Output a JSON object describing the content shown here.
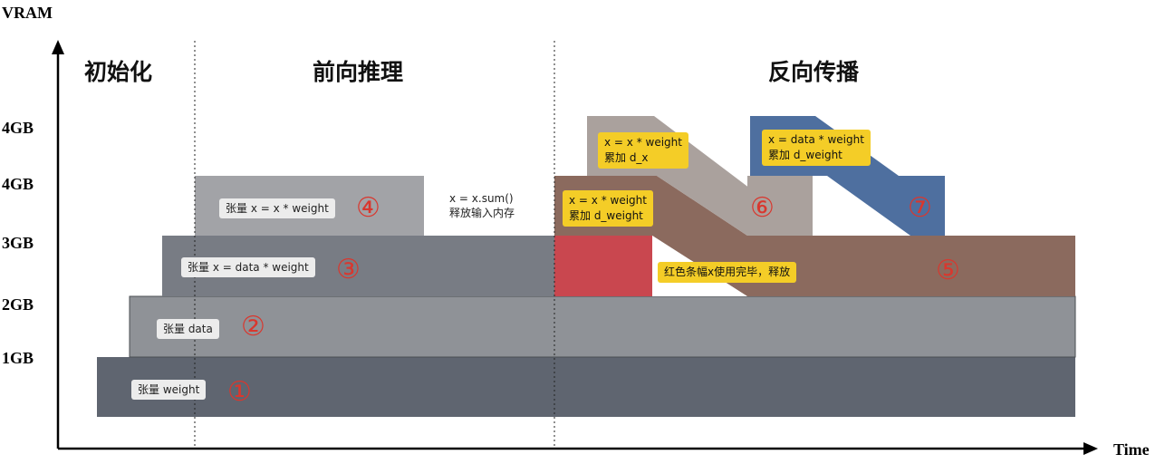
{
  "axis": {
    "y_title": "VRAM",
    "x_title": "Time",
    "y_ticks": [
      "4GB",
      "4GB",
      "3GB",
      "2GB",
      "1GB"
    ]
  },
  "phases": [
    "初始化",
    "前向推理",
    "反向传播"
  ],
  "labels": {
    "weight": "张量 weight",
    "data": "张量 data",
    "x_data_weight": "张量 x = data * weight",
    "x_x_weight": "张量 x = x * weight",
    "sum_line1": "x = x.sum()",
    "sum_line2": "释放输入内存",
    "back_x_weight_line1": "x = x * weight",
    "back_x_weight_line2": "累加 d_weight",
    "back_dx_line1": "x = x * weight",
    "back_dx_line2": "累加 d_x",
    "back_dw_line1": "x = data * weight",
    "back_dw_line2": "累加 d_weight",
    "release_note": "红色条幅x使用完毕，释放"
  },
  "markers": [
    "①",
    "②",
    "③",
    "④",
    "⑤",
    "⑥",
    "⑦"
  ],
  "colors": {
    "weight_block": "#5f6570",
    "data_block": "#8f9297",
    "x_block": "#787c84",
    "x2_block": "#a2a3a7",
    "grad_brown": "#8b6a5e",
    "grad_tan": "#aaa19d",
    "grad_blue": "#4e6f9f",
    "released_red": "#c9474f",
    "note_yellow": "#f4cd27",
    "marker_red": "#d9372e"
  }
}
